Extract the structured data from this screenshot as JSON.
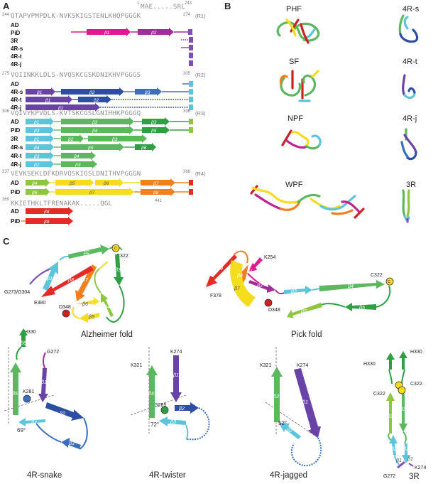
{
  "panels": {
    "a": "A",
    "b": "B",
    "c": "C"
  },
  "panel_a": {
    "n_term": {
      "seq": "MAE.....SRL",
      "start": "1",
      "end": "243"
    },
    "regions": [
      {
        "seq": "QTAPVPMPDLK-NVKSKIGSTENLKHQPGGGK",
        "start": "244",
        "end": "274",
        "label": "(R1)",
        "rows": [
          {
            "label": "AD",
            "strands": []
          },
          {
            "label": "PiD",
            "strands": [
              {
                "text": "β1",
                "color": "#e0198e"
              },
              {
                "text": "β2",
                "color": "#a22d96"
              }
            ]
          },
          {
            "label": "3R",
            "strands": []
          },
          {
            "label": "4R-s",
            "strands": []
          },
          {
            "label": "4R-t",
            "strands": []
          },
          {
            "label": "4R-j",
            "strands": []
          }
        ]
      },
      {
        "seq": "VQIINKKLDLS-NVQSKCGSKDNIKHVPGGGS",
        "start": "275",
        "end": "305",
        "label": "(R2)",
        "rows": [
          {
            "label": "AD",
            "strands": []
          },
          {
            "label": "4R-s",
            "strands": [
              {
                "text": "β1",
                "color": "#6a43a8"
              },
              {
                "text": "β2",
                "color": "#2c4fa5"
              },
              {
                "text": "β3",
                "color": "#3b6ebc"
              }
            ]
          },
          {
            "label": "4R-t",
            "strands": [
              {
                "text": "β1",
                "color": "#6a43a8"
              },
              {
                "text": "β2",
                "color": "#2c4fa5"
              }
            ]
          },
          {
            "label": "4R-j",
            "strands": [
              {
                "text": "β1",
                "color": "#6a43a8"
              }
            ]
          }
        ]
      },
      {
        "seq": "VQIVYKPVDLS-KVTSKCGSLGNIHHKPGGGQ",
        "start": "306",
        "end": "336",
        "label": "(R3)",
        "rows": [
          {
            "label": "AD",
            "strands": [
              {
                "text": "β1",
                "color": "#5cc5dc"
              },
              {
                "text": "β2",
                "color": "#5bb85f"
              },
              {
                "text": "β3",
                "color": "#2ea043"
              }
            ]
          },
          {
            "label": "PiD",
            "strands": [
              {
                "text": "β3",
                "color": "#5cc5dc"
              },
              {
                "text": "β4",
                "color": "#5bb85f"
              },
              {
                "text": "β5",
                "color": "#2ea043"
              }
            ]
          },
          {
            "label": "3R",
            "strands": [
              {
                "text": "β1",
                "color": "#5cc5dc"
              },
              {
                "text": "β2",
                "color": "#5bb85f"
              },
              {
                "text": "β3",
                "color": "#5bb85f"
              }
            ]
          },
          {
            "label": "4R-s",
            "strands": [
              {
                "text": "β4",
                "color": "#5cc5dc"
              },
              {
                "text": "β5",
                "color": "#5bb85f"
              },
              {
                "text": "β6",
                "color": "#2ea043"
              }
            ]
          },
          {
            "label": "4R-t",
            "strands": [
              {
                "text": "β3",
                "color": "#5cc5dc"
              },
              {
                "text": "β4",
                "color": "#5bb85f"
              }
            ]
          },
          {
            "label": "4R-j",
            "strands": [
              {
                "text": "β2",
                "color": "#5cc5dc"
              },
              {
                "text": "β3",
                "color": "#5bb85f"
              }
            ]
          }
        ]
      },
      {
        "seq": "VEVKSEKLDFKDRVQSKIGSLDNITHVPGGGN",
        "start": "337",
        "end": "368",
        "label": "(R4)",
        "rows": [
          {
            "label": "AD",
            "strands": [
              {
                "text": "β4",
                "color": "#8dc63f"
              },
              {
                "text": "β5",
                "color": "#f4dd1c"
              },
              {
                "text": "β6",
                "color": "#f4dd1c"
              },
              {
                "text": "β7",
                "color": "#f07f1e"
              }
            ]
          },
          {
            "label": "PiD",
            "strands": [
              {
                "text": "β6",
                "color": "#8dc63f"
              },
              {
                "text": "β7",
                "color": "#f4dd1c"
              },
              {
                "text": "β8",
                "color": "#f07f1e"
              }
            ]
          }
        ]
      },
      {
        "seq": "KKIETHKLTFRENAKAK.....QGL",
        "start": "369",
        "end": "441",
        "label": "",
        "rows": [
          {
            "label": "AD",
            "strands": [
              {
                "text": "β8",
                "color": "#e42b26"
              }
            ]
          },
          {
            "label": "PiD",
            "strands": [
              {
                "text": "β9",
                "color": "#e42b26"
              }
            ]
          }
        ]
      }
    ]
  },
  "panel_b": {
    "left": [
      {
        "title": "PHF"
      },
      {
        "title": "SF"
      },
      {
        "title": "NPF"
      },
      {
        "title": "WPF"
      }
    ],
    "right": [
      {
        "title": "4R-s"
      },
      {
        "title": "4R-t"
      },
      {
        "title": "4R-j"
      },
      {
        "title": "3R"
      }
    ]
  },
  "panel_c": {
    "alzheimer": {
      "title": "Alzheimer fold",
      "residues": [
        "C322",
        "G273/G304",
        "E380",
        "D348"
      ],
      "strands": [
        "β1",
        "β2",
        "β3",
        "β4",
        "β5",
        "β6",
        "β7",
        "β8"
      ]
    },
    "pick": {
      "title": "Pick fold",
      "residues": [
        "K254",
        "C322",
        "F378",
        "D348"
      ],
      "strands": [
        "β9",
        "β1",
        "β2",
        "β3",
        "β4",
        "β5",
        "β6",
        "β7",
        "β8"
      ]
    },
    "snake": {
      "title": "4R-snake",
      "residues": [
        "H330",
        "G272",
        "K281"
      ],
      "angle": "69°",
      "strands": [
        "β6",
        "β5",
        "β1",
        "β2",
        "β4",
        "β3"
      ]
    },
    "twister": {
      "title": "4R-twister",
      "residues": [
        "K274",
        "K321",
        "S285"
      ],
      "angle": "72°",
      "strands": [
        "β4",
        "β1",
        "β2",
        "β3"
      ]
    },
    "jagged": {
      "title": "4R-jagged",
      "residues": [
        "K321",
        "K274"
      ],
      "angle": "52°",
      "strands": [
        "β3",
        "β1",
        "β2"
      ]
    },
    "threeR": {
      "title": "3R",
      "residues": [
        "H330",
        "H330",
        "C322",
        "C322",
        "G272",
        "K274"
      ],
      "strands": [
        "β3",
        "β3",
        "β2",
        "β2",
        "β1",
        "β1"
      ]
    }
  }
}
